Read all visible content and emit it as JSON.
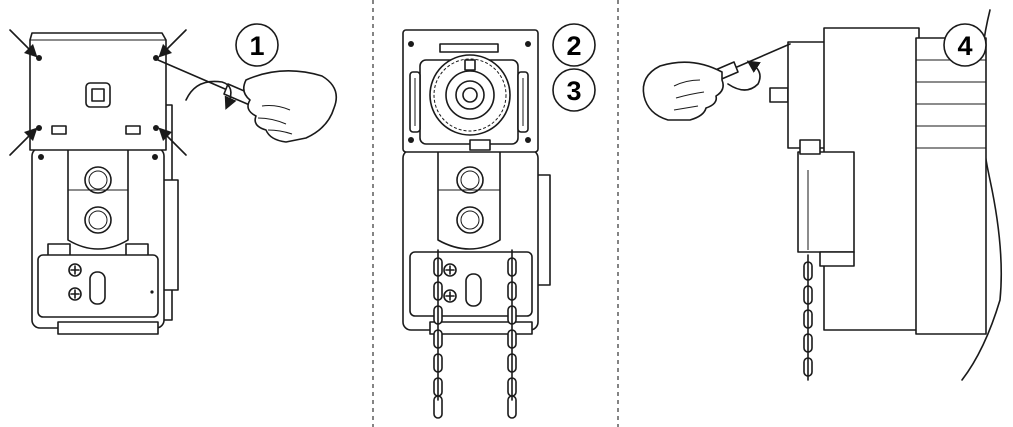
{
  "steps": [
    {
      "number": "1"
    },
    {
      "number": "2"
    },
    {
      "number": "3"
    },
    {
      "number": "4"
    }
  ],
  "colors": {
    "line": "#1a1a1a",
    "fill": "#ffffff",
    "shade": "#e8e8e8"
  },
  "icons": [
    "screwdriver-icon",
    "hand-icon",
    "rotation-arrow-icon",
    "chain-icon"
  ]
}
